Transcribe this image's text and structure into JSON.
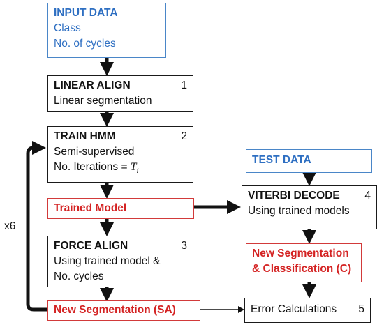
{
  "boxes": {
    "input": {
      "title": "INPUT DATA",
      "line1": "Class",
      "line2": "No. of cycles"
    },
    "linear_align": {
      "title": "LINEAR ALIGN",
      "line1": "Linear segmentation",
      "number": "1"
    },
    "train_hmm": {
      "title": "TRAIN HMM",
      "line1": "Semi-supervised",
      "line2_prefix": "No. Iterations = ",
      "line2_var": "T",
      "line2_sub": "i",
      "number": "2"
    },
    "trained_model": {
      "title": "Trained Model"
    },
    "force_align": {
      "title": "FORCE ALIGN",
      "line1": "Using trained model &",
      "line2": "No. cycles",
      "number": "3"
    },
    "new_seg_sa": {
      "title": "New Segmentation (SA)"
    },
    "test_data": {
      "title": "TEST DATA"
    },
    "viterbi": {
      "title": "VITERBI DECODE",
      "line1": "Using trained models",
      "number": "4"
    },
    "new_seg_c": {
      "line1": "New Segmentation",
      "line2": "& Classification (C)"
    },
    "error_calc": {
      "title": "Error Calculations",
      "number": "5"
    }
  },
  "loop_label": "x6",
  "colors": {
    "blue": "#2e6fc2",
    "red": "#d42323",
    "dark": "#111111"
  }
}
